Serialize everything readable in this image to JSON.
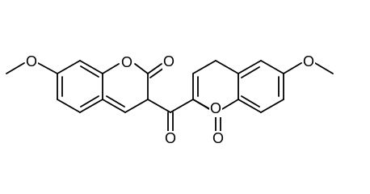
{
  "molecule": {
    "atom_labels": {
      "o_methoxy_left": "O",
      "o_ring_left": "O",
      "o_carbonyl_left": "O",
      "o_ketone": "O",
      "o_ring_right": "O",
      "o_carbonyl_right": "O",
      "o_methoxy_right": "O"
    }
  },
  "colors": {
    "background": "#ffffff",
    "ink": "#000000"
  }
}
